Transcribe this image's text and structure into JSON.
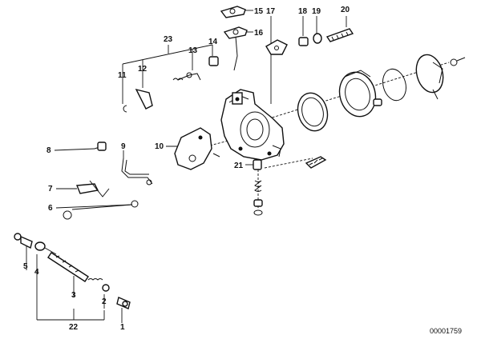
{
  "diagram": {
    "reference_number": "00001759",
    "callouts": [
      {
        "id": "c1",
        "text": "1"
      },
      {
        "id": "c2",
        "text": "2"
      },
      {
        "id": "c3",
        "text": "3"
      },
      {
        "id": "c4",
        "text": "4"
      },
      {
        "id": "c5",
        "text": "5"
      },
      {
        "id": "c6",
        "text": "6"
      },
      {
        "id": "c7",
        "text": "7"
      },
      {
        "id": "c8",
        "text": "8"
      },
      {
        "id": "c9",
        "text": "9"
      },
      {
        "id": "c10",
        "text": "10"
      },
      {
        "id": "c11",
        "text": "11"
      },
      {
        "id": "c12",
        "text": "12"
      },
      {
        "id": "c13",
        "text": "13"
      },
      {
        "id": "c14",
        "text": "14"
      },
      {
        "id": "c15",
        "text": "15"
      },
      {
        "id": "c16",
        "text": "16"
      },
      {
        "id": "c17",
        "text": "17"
      },
      {
        "id": "c18",
        "text": "18"
      },
      {
        "id": "c19",
        "text": "19"
      },
      {
        "id": "c20",
        "text": "20"
      },
      {
        "id": "c21",
        "text": "21"
      },
      {
        "id": "c22",
        "text": "22"
      },
      {
        "id": "c23",
        "text": "23"
      }
    ]
  }
}
